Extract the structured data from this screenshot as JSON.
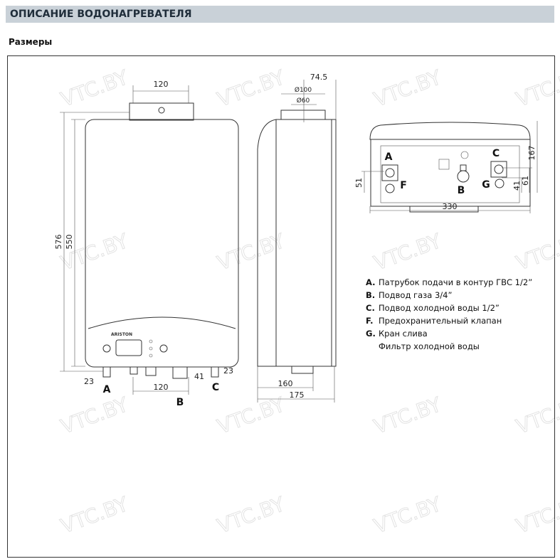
{
  "header": {
    "title": "ОПИСАНИЕ ВОДОНАГРЕВАТЕЛЯ"
  },
  "section": {
    "title": "Размеры"
  },
  "watermark": "VTC.BY",
  "front_view": {
    "dim_top": "120",
    "dim_height_total": "576",
    "dim_height_body": "550",
    "dim_left_bottom": "23",
    "dim_bottom": "120",
    "dim_right_conn": "41",
    "dim_right_bottom": "23",
    "label_a": "A",
    "label_b": "B",
    "label_c": "C",
    "brand": "ARISTON"
  },
  "side_view": {
    "dim_offset": "74.5",
    "dim_d100": "Ø100",
    "dim_d60": "Ø60",
    "dim_depth_inner": "160",
    "dim_depth_total": "175"
  },
  "bottom_view": {
    "label_a": "A",
    "label_b": "B",
    "label_c": "C",
    "label_f": "F",
    "label_g": "G",
    "dim_width": "330",
    "dim_depth": "167",
    "dim_left": "51",
    "dim_right_41": "41",
    "dim_right_61": "61"
  },
  "legend": [
    {
      "key": "A.",
      "text": "Патрубок подачи в контур ГВС 1/2”"
    },
    {
      "key": "B.",
      "text": "Подвод газа 3/4”"
    },
    {
      "key": "C.",
      "text": "Подвод холодной воды 1/2”"
    },
    {
      "key": "F.",
      "text": "Предохранительный клапан"
    },
    {
      "key": "G.",
      "text": "Кран слива"
    },
    {
      "key": "",
      "text": "Фильтр холодной воды"
    }
  ]
}
